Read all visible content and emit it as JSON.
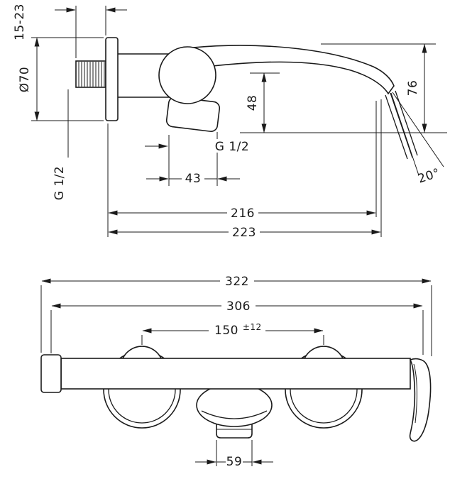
{
  "drawing": {
    "background": "#ffffff",
    "line_color": "#1a1a1a",
    "side_view": {
      "wall_depth_range": "15-23",
      "escutcheon_diameter": "Ø70",
      "inlet_thread": "G 1/2",
      "outlet_thread": "G 1/2",
      "spout_drop_height": "48",
      "spout_clearance_height": "76",
      "outlet_body_width": "43",
      "stream_angle": "20°",
      "spout_reach": "216",
      "total_projection": "223"
    },
    "front_view": {
      "total_width": "322",
      "body_span": "306",
      "connection_centers": "150",
      "connection_tolerance": "±12",
      "aerator_width": "59"
    }
  }
}
